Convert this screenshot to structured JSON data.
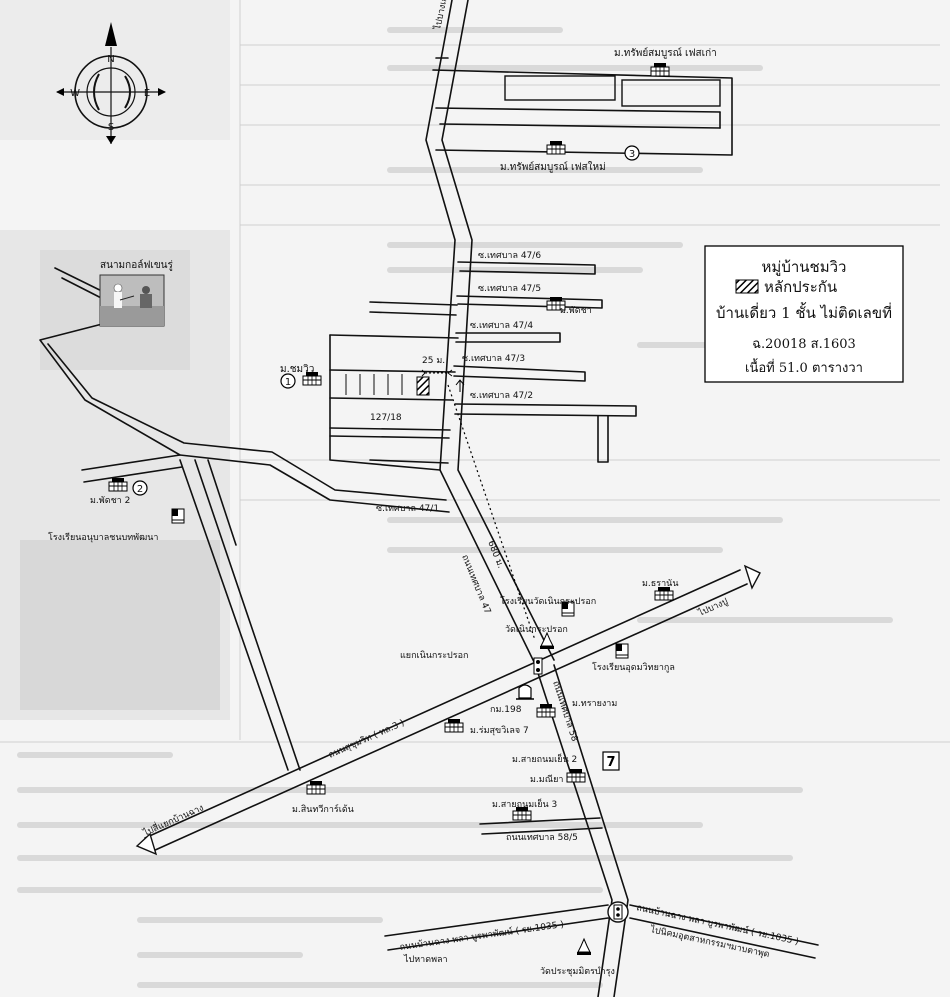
{
  "legend": {
    "title": "หมู่บ้านชมวิว",
    "swatch_label": "หลักประกัน",
    "line1": "บ้านเดี่ยว 1 ชั้น ไม่ติดเลขที่",
    "line2": "ฉ.20018 ส.1603",
    "line3": "เนื้อที่ 51.0 ตารางวา"
  },
  "compass": {
    "n": "N",
    "e": "E",
    "s": "S",
    "w": "W"
  },
  "labels": {
    "top_road": "ไปบางเก่า",
    "tarat_old": "ม.ทรัพย์สมบูรณ์ เฟสเก่า",
    "tarat_new": "ม.ทรัพย์สมบูรณ์ เฟสใหม่",
    "golf": "สนามกอล์ฟเขนรู่",
    "soi_47_6": "ซ.เทศบาล 47/6",
    "soi_47_5": "ซ.เทศบาล 47/5",
    "soi_47_4": "ซ.เทศบาล 47/4",
    "soi_47_3": "ซ.เทศบาล 47/3",
    "soi_47_2": "ซ.เทศบาล 47/2",
    "soi_47_1": "ซ.เทศบาล 47/1",
    "phatcha": "ม.พัดชา",
    "chomwiw": "ม.ชมวิว",
    "dist_25": "25 ม.",
    "house_no": "127/18",
    "phatcha2": "ม.พัดชา 2",
    "school_anuban": "โรงเรียนอนุบาลชนบทพัฒนา",
    "dist_680": "680 ม.",
    "road_47": "ถนนเทศบาล 47",
    "thanan": "ม.ธรานัน",
    "to_bangpu": "ไปบางปู",
    "school_wat": "โรงเรียนวัดเนินกระปรอก",
    "wat_nern": "วัดเนินกระปรอก",
    "yaek_nern": "แยกเนินกระปรอก",
    "school_udom": "โรงเรียนอุดมวิทยากูล",
    "km198": "กม.198",
    "sukhumvit": "ถนนสุขุมวิท ( ทล.3 )",
    "pradangam": "ม.ทรายงาม",
    "romsuk": "ม.ร่มสุขวิเลจ 7",
    "road_58": "ถนนเทศบาล 58",
    "saithan2": "ม.สายถนมเย็น 2",
    "maneeya": "ม.มณียา",
    "saithan3": "ม.สายถนมเย็น 3",
    "sinthawee": "ม.สินทวีการ์เด้น",
    "to_ban_chang": "ไปสี่แยกบ้านฉาง",
    "soi_58_5": "ถนนเทศบาล 58/5",
    "road_1035_left": "ถนนบ้านฉาง พลา บูรพาพัฒน์ ( รย.1035 )",
    "road_1035_right": "ถนนบ้านฉาง พลา บูรพาพัฒน์ ( รย.1035 )",
    "to_hat_phla": "ไปหาดพลา",
    "to_industrial": "ไปนิคมอุตสาหกรรมฯมาบตาพุด",
    "wat_prachum": "วัดประชุมมิตรบำรุง",
    "marker_1": "1",
    "marker_2": "2",
    "marker_3": "3",
    "seven": "7"
  }
}
